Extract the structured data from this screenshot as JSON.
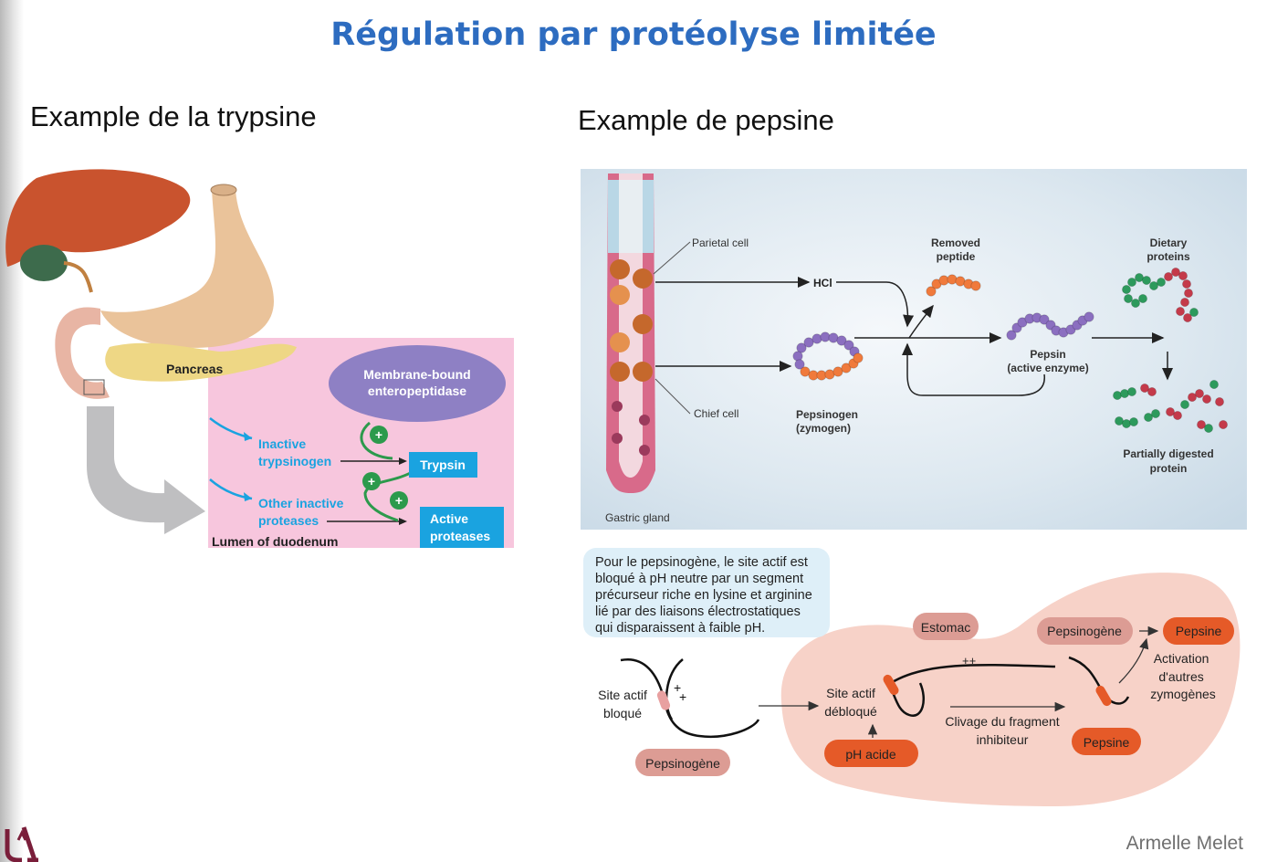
{
  "slide": {
    "title": "Régulation par protéolyse limitée",
    "left_heading": "Example de la trypsine",
    "right_heading": "Example de pepsine",
    "author": "Armelle Melet"
  },
  "trypsin_figure": {
    "pancreas": "Pancreas",
    "enteropeptidase_line1": "Membrane-bound",
    "enteropeptidase_line2": "enteropeptidase",
    "inactive_trypsinogen_line1": "Inactive",
    "inactive_trypsinogen_line2": "trypsinogen",
    "trypsin": "Trypsin",
    "other_inactive_line1": "Other inactive",
    "other_inactive_line2": "proteases",
    "active_proteases_line1": "Active",
    "active_proteases_line2": "proteases",
    "lumen": "Lumen of duodenum",
    "plus_sign": "+"
  },
  "pepsin_figure": {
    "parietal_cell": "Parietal cell",
    "chief_cell": "Chief cell",
    "gastric_gland": "Gastric gland",
    "hcl": "HCl",
    "removed_peptide_line1": "Removed",
    "removed_peptide_line2": "peptide",
    "dietary_proteins_line1": "Dietary",
    "dietary_proteins_line2": "proteins",
    "pepsin_line1": "Pepsin",
    "pepsin_line2": "(active enzyme)",
    "pepsinogen_line1": "Pepsinogen",
    "pepsinogen_line2": "(zymogen)",
    "partially_digested_line1": "Partially digested",
    "partially_digested_line2": "protein"
  },
  "activation_diagram": {
    "note_lines": [
      "Pour le pepsinogène, le site actif est",
      "bloqué à pH neutre par un segment",
      "précurseur riche en lysine et arginine",
      "lié par des liaisons électrostatiques",
      "qui disparaissent à faible pH."
    ],
    "estomac": "Estomac",
    "site_bloque_line1": "Site actif",
    "site_bloque_line2": "bloqué",
    "site_debloque_line1": "Site actif",
    "site_debloque_line2": "débloqué",
    "pepsinogene_bottom": "Pepsinogène",
    "ph_acide": "pH acide",
    "clivage_line1": "Clivage du fragment",
    "clivage_line2": "inhibiteur",
    "pepsinogene_top": "Pepsinogène",
    "pepsine_top": "Pepsine",
    "pepsine_bottom": "Pepsine",
    "activation_lines": [
      "Activation",
      "d'autres",
      "zymogènes"
    ],
    "charges_plus": "++",
    "charge_single": "+"
  },
  "colors": {
    "title_blue": "#2d6cc0",
    "pink_panel": "#f7c6dd",
    "trypsin_blue_box": "#1aa3e0",
    "enteropeptidase_purple": "#8e80c4",
    "acid_orange": "#e55a28",
    "pale_pink_pill": "#dc9c94",
    "stomach_blob": "#f7d2c8",
    "note_box": "#deeff8"
  }
}
